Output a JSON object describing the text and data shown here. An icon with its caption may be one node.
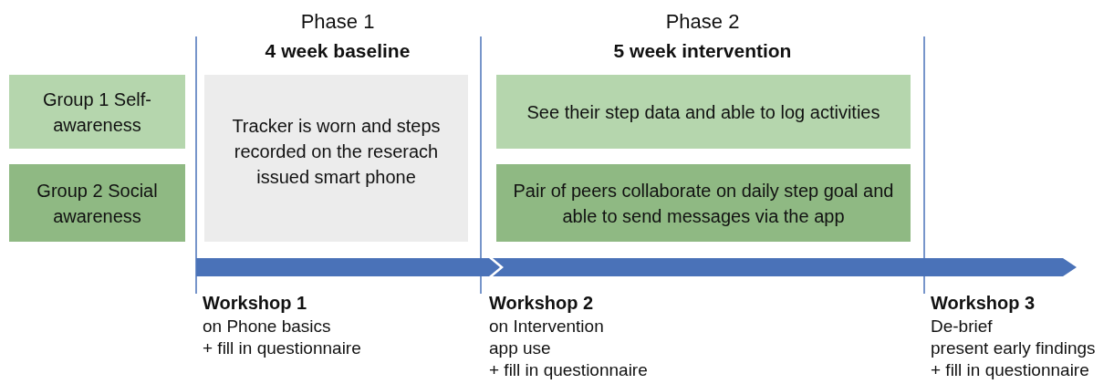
{
  "diagram": {
    "nodes": [
      {
        "text": [
          "Group 1 Self-awareness"
        ]
      },
      {
        "text": [
          "Group 2 Social awareness"
        ]
      },
      {
        "text": [
          "Tracker is worn and steps recorded on the reserach issued smart phone"
        ]
      },
      {
        "text": [
          "See their step data and able to log activities"
        ]
      },
      {
        "text": [
          "Pair of peers collaborate on daily step goal and able to send messages via the app"
        ]
      }
    ],
    "edges": [],
    "labels": [
      "Phase 1",
      "4 week baseline",
      "Phase 2",
      "5 week intervention",
      "Workshop 1",
      "on Phone basics",
      "+ fill in questionnaire",
      "Workshop 2",
      "on Intervention",
      "app use",
      "+ fill in questionnaire",
      "Workshop 3",
      "De-brief",
      "present early findings",
      "+ fill in questionnaire"
    ]
  }
}
